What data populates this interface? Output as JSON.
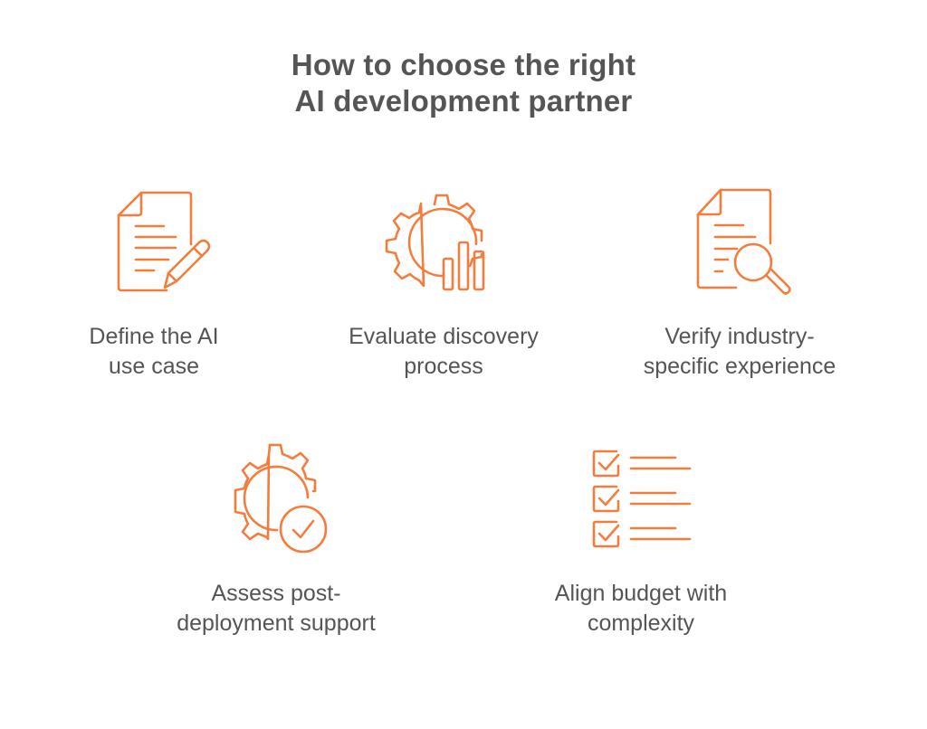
{
  "title": {
    "line1": "How to choose the right",
    "line2": "AI development partner"
  },
  "colors": {
    "accent": "#F47C3C",
    "text": "#555555",
    "background": "#FFFFFF"
  },
  "items": [
    {
      "icon": "document-edit-icon",
      "label_line1": "Define the AI",
      "label_line2": "use case"
    },
    {
      "icon": "gear-chart-icon",
      "label_line1": "Evaluate discovery",
      "label_line2": "process"
    },
    {
      "icon": "document-search-icon",
      "label_line1": "Verify industry-",
      "label_line2": "specific experience"
    },
    {
      "icon": "gear-check-icon",
      "label_line1": "Assess post-",
      "label_line2": "deployment support"
    },
    {
      "icon": "checklist-icon",
      "label_line1": "Align budget with",
      "label_line2": "complexity"
    }
  ]
}
